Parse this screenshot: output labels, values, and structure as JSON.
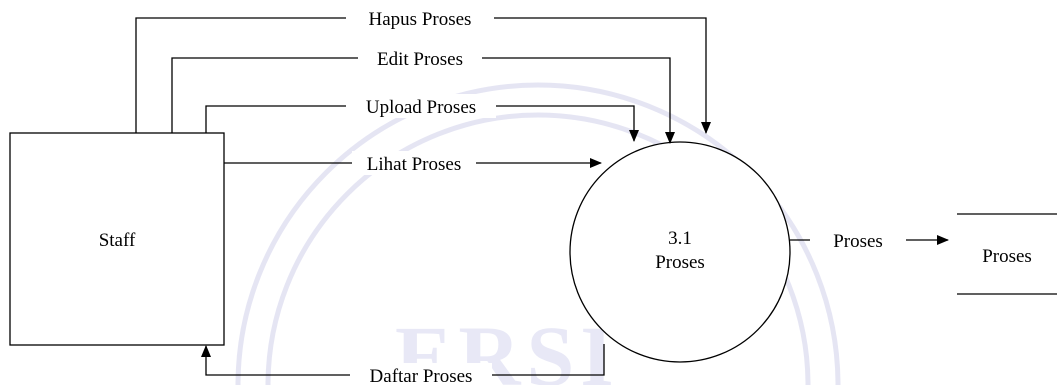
{
  "diagram": {
    "entity": {
      "label": "Staff"
    },
    "process": {
      "number": "3.1",
      "name": "Proses"
    },
    "datastore": {
      "label": "Proses"
    },
    "flows": {
      "hapus": "Hapus Proses",
      "edit": "Edit Proses",
      "upload": "Upload Proses",
      "lihat": "Lihat Proses",
      "daftar": "Daftar Proses",
      "store": "Proses"
    }
  },
  "watermark": {
    "text": "ERSI"
  }
}
